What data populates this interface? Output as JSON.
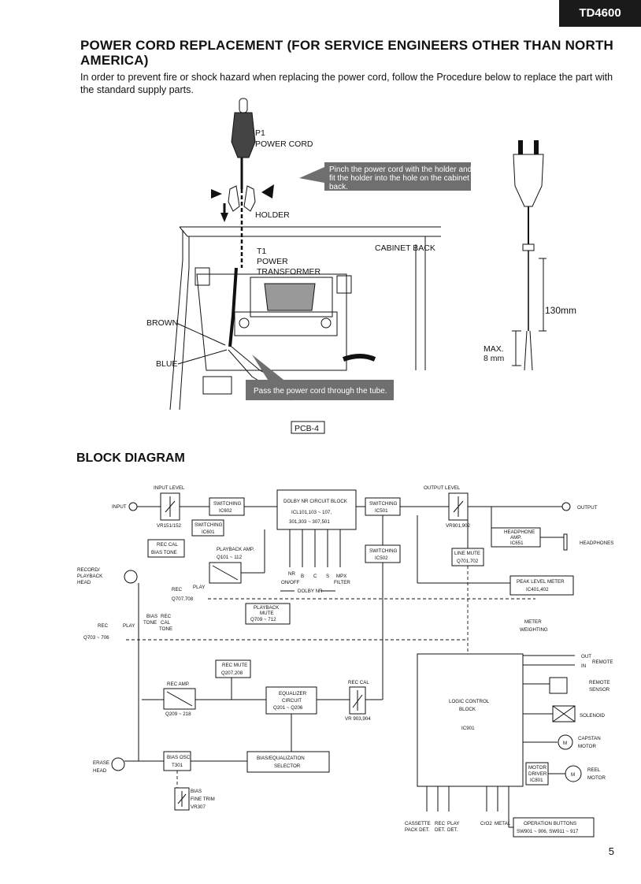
{
  "header": {
    "model": "TD4600"
  },
  "section1": {
    "title": "POWER CORD REPLACEMENT (FOR SERVICE ENGINEERS OTHER THAN NORTH AMERICA)",
    "intro": "In order to prevent fire or shock hazard when replacing the power cord, follow the Procedure below to replace the part with the standard supply parts."
  },
  "figure1": {
    "p1": "P1",
    "power_cord": "POWER CORD",
    "note_pinch": [
      "Pinch the power cord with the holder and",
      "fit the holder into the hole on the cabinet",
      "back."
    ],
    "holder": "HOLDER",
    "cabinet_back": "CABINET BACK",
    "t1": "T1",
    "power": "POWER",
    "transformer": "TRANSFORMER",
    "brown": "BROWN",
    "blue": "BLUE",
    "note_pass": "Pass the power cord through the tube.",
    "pcb": "PCB-4",
    "dim_130": "130mm",
    "max": "MAX.",
    "dim_8": "8 mm"
  },
  "section2": {
    "title": "BLOCK DIAGRAM"
  },
  "block": {
    "input_level": "INPUT LEVEL",
    "input": "INPUT",
    "vr151": "VR151/152",
    "switching": "SWITCHING",
    "ic602": "IC602",
    "ic601": "IC601",
    "dolby_title": "DOLBY NR CIRCUIT BLOCK",
    "dolby_ic1": "ICL101,103 ~ 107,",
    "dolby_ic2": "301,303 ~ 307,501",
    "ic501": "IC501",
    "output_level": "OUTPUT LEVEL",
    "vr901": "VR901,902",
    "output": "OUTPUT",
    "headphone_amp1": "HEADPHONE",
    "headphone_amp2": "AMP.",
    "ic651": "IC651",
    "headphones": "HEADPHONES",
    "rec_cal": "REC CAL",
    "bias_tone": "BIAS TONE",
    "playback_amp": "PLAYBACK AMP.",
    "q101": "Q101 ~ 112",
    "ic502": "IC502",
    "line_mute": "LINE MUTE",
    "q701": "Q701,702",
    "record_playback1": "RECORD/",
    "record_playback2": "PLAYBACK",
    "record_playback3": "HEAD",
    "nr_labels": [
      "NR",
      "B",
      "C",
      "S",
      "MPX"
    ],
    "onoff": "ON/OFF",
    "filter": "FILTER",
    "dolby_nr": "DOLBY NR",
    "peak_meter": "PEAK LEVEL METER",
    "ic401": "IC401,402",
    "rec": "REC",
    "play": "PLAY",
    "q707": "Q707,708",
    "playback_mute1": "PLAYBACK",
    "playback_mute2": "MUTE",
    "q709": "Q709 ~ 712",
    "bias": "BIAS",
    "tone": "TONE",
    "cal": "CAL",
    "q703": "Q703 ~ 706",
    "meter1": "METER",
    "meter2": "WEIGHTING",
    "out": "OUT",
    "in": "IN",
    "remote": "REMOTE",
    "rec_mute": "REC MUTE",
    "q207": "Q207,208",
    "remote_sensor1": "REMOTE",
    "remote_sensor2": "SENSOR",
    "rec_amp": "REC AMP.",
    "q209": "Q209 ~ 218",
    "equalizer1": "EQUALIZER",
    "equalizer2": "CIRCUIT",
    "q201": "Q201 ~ Q206",
    "vr903": "VR 903,904",
    "logic1": "LOGIC CONTROL",
    "logic2": "BLOCK",
    "ic901": "IC901",
    "solenoid": "SOLENOID",
    "capstan1": "CAPSTAN",
    "capstan2": "MOTOR",
    "m": "M",
    "erase1": "ERASE",
    "erase2": "HEAD",
    "bias_osc": "BIAS OSC",
    "t301": "T301",
    "bias_eq1": "BIAS/EQUALIZATION",
    "bias_eq2": "SELECTOR",
    "motor_driver1": "MOTOR",
    "motor_driver2": "DRIVER",
    "ic801": "IC801",
    "reel1": "REEL",
    "reel2": "MOTOR",
    "bias_fine1": "BIAS",
    "bias_fine2": "FINE TRIM",
    "vr307": "VR307",
    "cassette1": "CASSETTE",
    "cassette2": "PACK DET.",
    "rec_det1": "REC",
    "rec_det2": "DET.",
    "play_det1": "PLAY",
    "play_det2": "DET.",
    "cro2": "CrO2",
    "metal": "METAL",
    "op_buttons": "OPERATION BUTTONS",
    "sw901": "SW901 ~ 906, SW911 ~ 917"
  },
  "footer": {
    "page": "5"
  }
}
